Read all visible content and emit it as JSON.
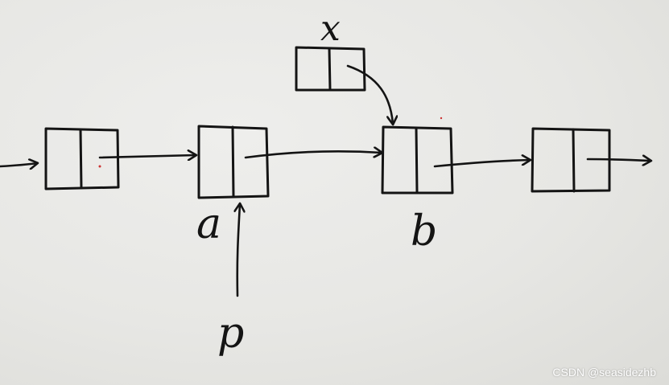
{
  "labels": {
    "new_node": "x",
    "node_a": "a",
    "node_b": "b",
    "pointer": "p"
  },
  "watermark": "CSDN @seasidezhb",
  "ink_color": "#141414",
  "paper_color": "#e9e9e6"
}
